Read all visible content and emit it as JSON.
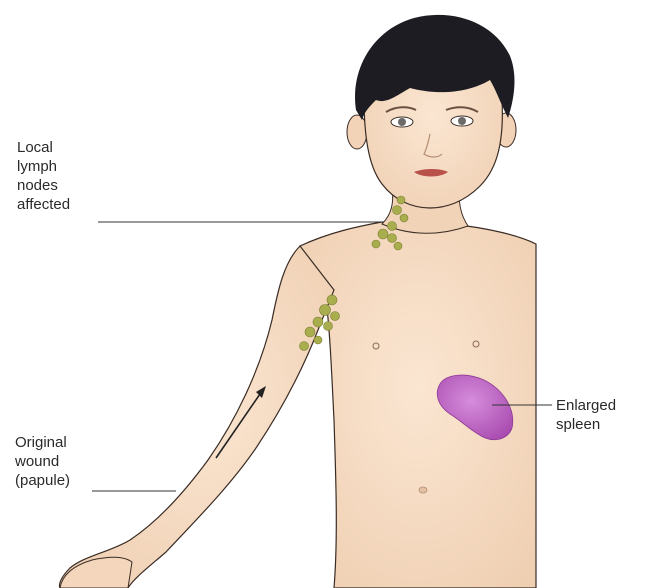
{
  "labels": {
    "lymph_nodes": "Local\nlymph\nnodes\naffected",
    "original_wound": "Original\nwound\n(papule)",
    "spleen": "Enlarged\nspleen"
  },
  "colors": {
    "skin": "#f6dcc3",
    "skin_shadow": "#ebc5a4",
    "outline": "#3a2c24",
    "hair": "#1c1c22",
    "lymph_nodes": "#a8ad4e",
    "spleen": "#b14fb8",
    "spleen_highlight": "#cf86d4",
    "leader_line": "#333333",
    "label_text": "#2a2a2a"
  }
}
